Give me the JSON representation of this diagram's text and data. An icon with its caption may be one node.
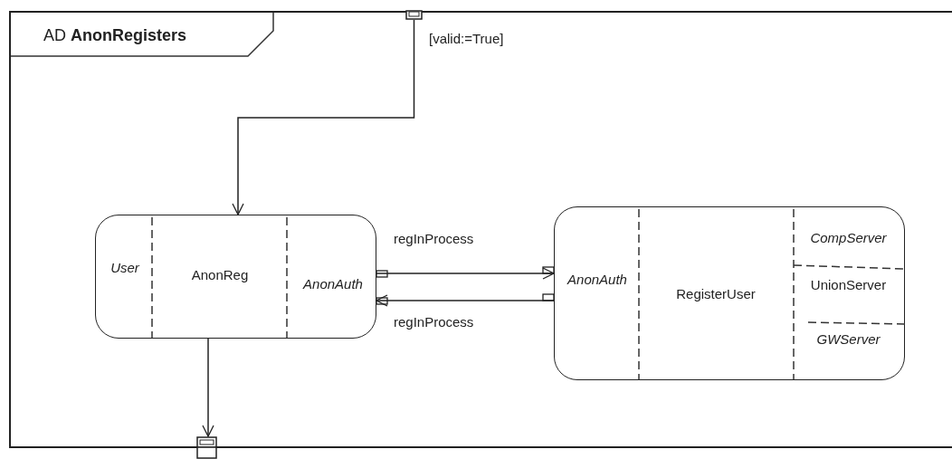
{
  "diagram": {
    "nodes": [
      {
        "text": [
          "AD **AnonRegisters**"
        ]
      },
      {
        "text": [],
        "shape": "box",
        "in": 0
      },
      {
        "text": [
          "User",
          "AnonReg",
          "AnonAuth"
        ],
        "in": 0
      },
      {
        "text": [
          "AnonAuth",
          "RegisterUser",
          "CompServer",
          "UnionServer",
          "GWServer"
        ],
        "in": 0
      },
      {
        "text": [],
        "shape": "box"
      }
    ],
    "edges": [
      {
        "from": 1,
        "to": 2,
        "arrow": "to",
        "label": "[valid:=True]"
      },
      {
        "from": 2,
        "to": 3,
        "arrow": "to",
        "label": "regInProcess"
      },
      {
        "from": 3,
        "to": 2,
        "arrow": "to",
        "label": "regInProcess"
      },
      {
        "from": 2,
        "to": 4,
        "arrow": "to"
      }
    ]
  }
}
